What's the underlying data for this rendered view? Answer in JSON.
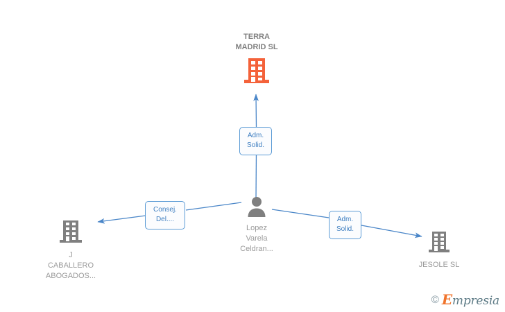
{
  "diagram": {
    "title": "TERRA MADRID SL corporate relationship chart",
    "background_color": "#ffffff",
    "edge_color": "#4a86c8",
    "company_highlight_color": "#f4623a",
    "company_color": "#7f7f7f",
    "person_color": "#7f7f7f",
    "label_box_border_color": "#5b9bd5",
    "label_box_text_color": "#3f7fc1"
  },
  "nodes": [
    {
      "id": "terra-madrid",
      "type": "company",
      "title": "TERRA\nMADRID SL",
      "label": "",
      "icon": "building-icon",
      "highlight": true
    },
    {
      "id": "lopez-varela",
      "type": "person",
      "title": "",
      "label": "Lopez\nVarela\nCeldran...",
      "icon": "person-icon",
      "highlight": false
    },
    {
      "id": "caballero-abogados",
      "type": "company",
      "title": "",
      "label": "J\nCABALLERO\nABOGADOS...",
      "icon": "building-icon",
      "highlight": false
    },
    {
      "id": "jesole",
      "type": "company",
      "title": "",
      "label": "JESOLE SL",
      "icon": "building-icon",
      "highlight": false
    }
  ],
  "edges": [
    {
      "id": "edge-terra",
      "from": "lopez-varela",
      "to": "terra-madrid",
      "role": "Adm.\nSolid."
    },
    {
      "id": "edge-caballero",
      "from": "lopez-varela",
      "to": "caballero-abogados",
      "role": "Consej.\nDel...."
    },
    {
      "id": "edge-jesole",
      "from": "lopez-varela",
      "to": "jesole",
      "role": "Adm.\nSolid."
    }
  ],
  "watermark": {
    "copyright": "©",
    "brand_first_letter": "E",
    "brand_rest": "mpresia"
  }
}
